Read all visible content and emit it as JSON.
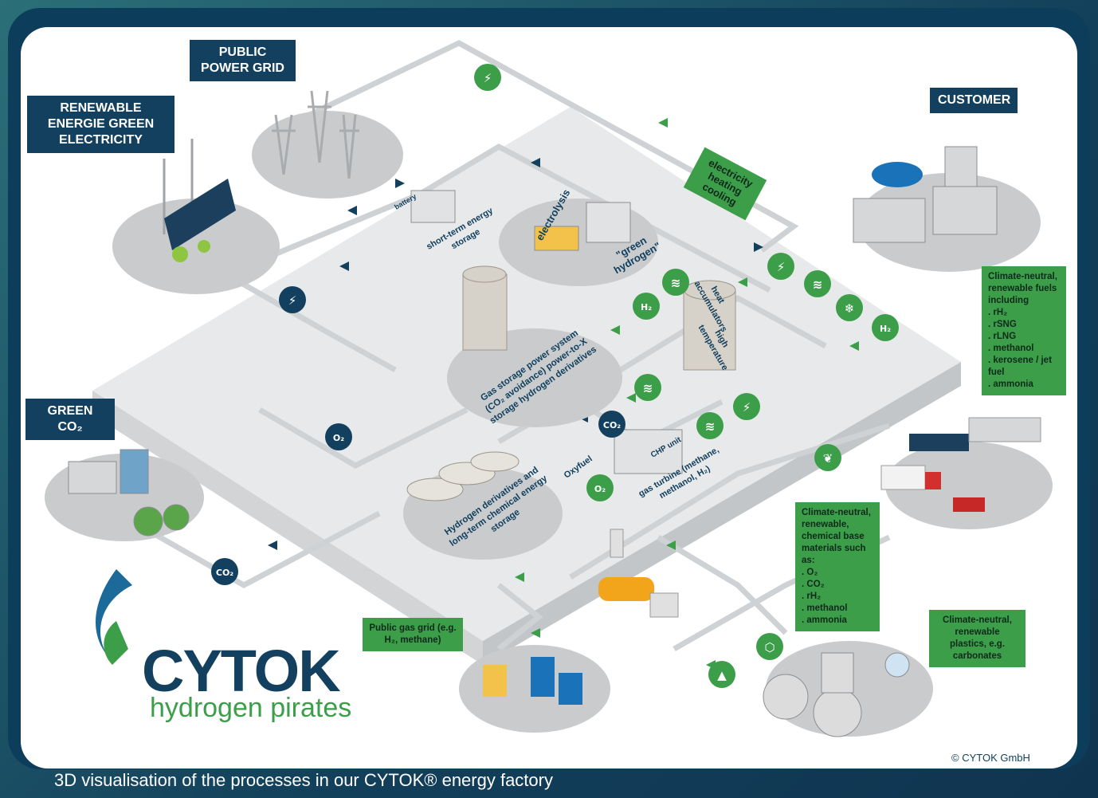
{
  "labels": {
    "public_power_grid": "PUBLIC POWER GRID",
    "renewable": "RENEWABLE ENERGIE GREEN ELECTRICITY",
    "customer": "CUSTOMER",
    "green_co2": "GREEN CO₂"
  },
  "fuels": {
    "title": "Climate-neutral, renewable fuels including",
    "items": [
      ". rH₂",
      ". rSNG",
      ". rLNG",
      ". methanol",
      ". kerosene / jet fuel",
      ". ammonia"
    ]
  },
  "chemicals": {
    "title": "Climate-neutral, renewable, chemical base materials such as:",
    "items": [
      ". O₂",
      ". CO₂",
      ". rH₂",
      ". methanol",
      ". ammonia"
    ]
  },
  "plastics": "Climate-neutral, renewable plastics, e.g. carbonates",
  "gas_grid": "Public gas grid (e.g. H₂, methane)",
  "electricity_box": "electricity heating cooling",
  "nodes": {
    "battery": "battery",
    "short_term": "short-term energy storage",
    "electrolysis": "electrolysis",
    "green_h2": "\"green hydrogen\"",
    "gas_storage": "Gas storage power system (CO₂ avoidance) power-to-X storage hydrogen derivatives",
    "heat_accum": "heat accumulators",
    "high_temp": "high temperature",
    "chp": "CHP unit",
    "gas_turbine": "gas turbine (methane, methanol, H₂)",
    "oxyfuel": "Oxyfuel",
    "h2_derivatives": "Hydrogen derivatives and long-term chemical energy storage"
  },
  "icons": [
    "lightning-icon",
    "flame-icon",
    "snowflake-icon",
    "heat-waves-icon",
    "leaf-icon",
    "o2-icon",
    "co2-icon",
    "h2-icon"
  ],
  "logo": {
    "name": "CYTOK",
    "tagline": "hydrogen pirates"
  },
  "copyright": "© CYTOK GmbH",
  "caption": "3D visualisation of the processes in our CYTOK® energy factory",
  "colors": {
    "navy": "#12405e",
    "green": "#3d9e4a",
    "platform": "#e9eaeb"
  }
}
